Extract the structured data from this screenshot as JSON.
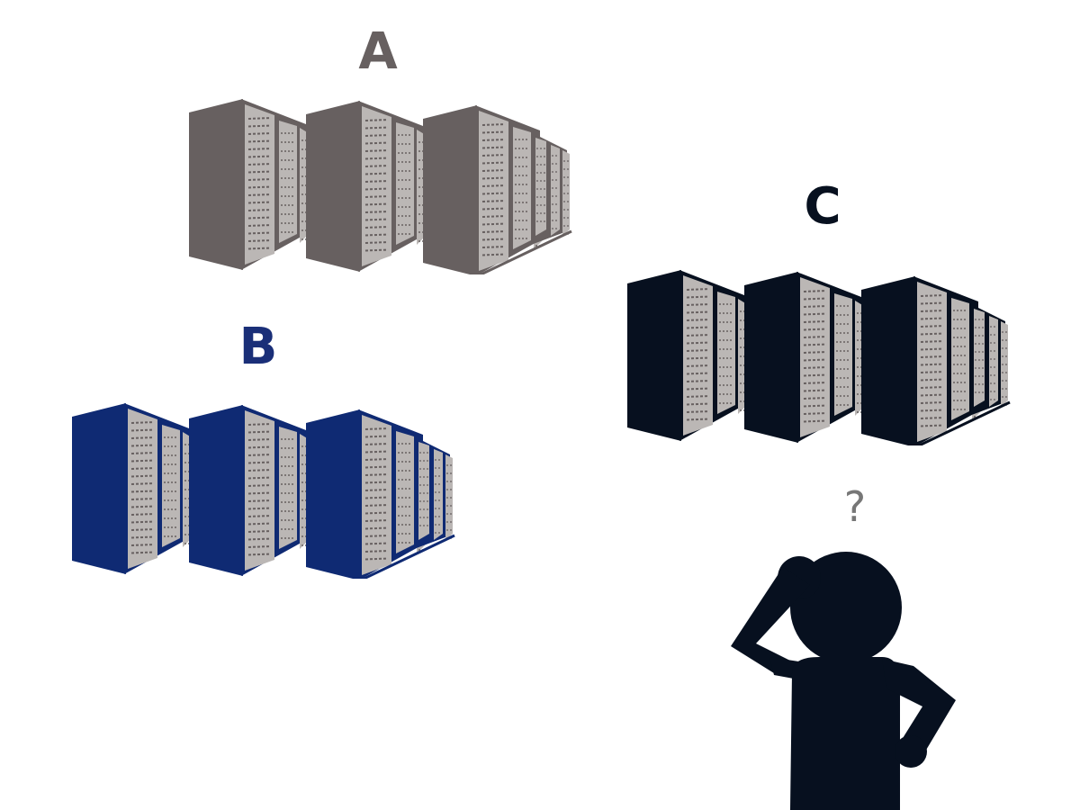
{
  "groups": [
    {
      "label": "A",
      "color": "#676060",
      "label_color": "#676060"
    },
    {
      "label": "B",
      "color": "#0f2a73",
      "label_color": "#1a2f78"
    },
    {
      "label": "C",
      "color": "#07101f",
      "label_color": "#07101f"
    }
  ],
  "question_mark": "?",
  "question_color": "#777777",
  "person_color": "#07101f",
  "server_panel_color": "#bbb7b5",
  "server_slot_color": "#676060"
}
